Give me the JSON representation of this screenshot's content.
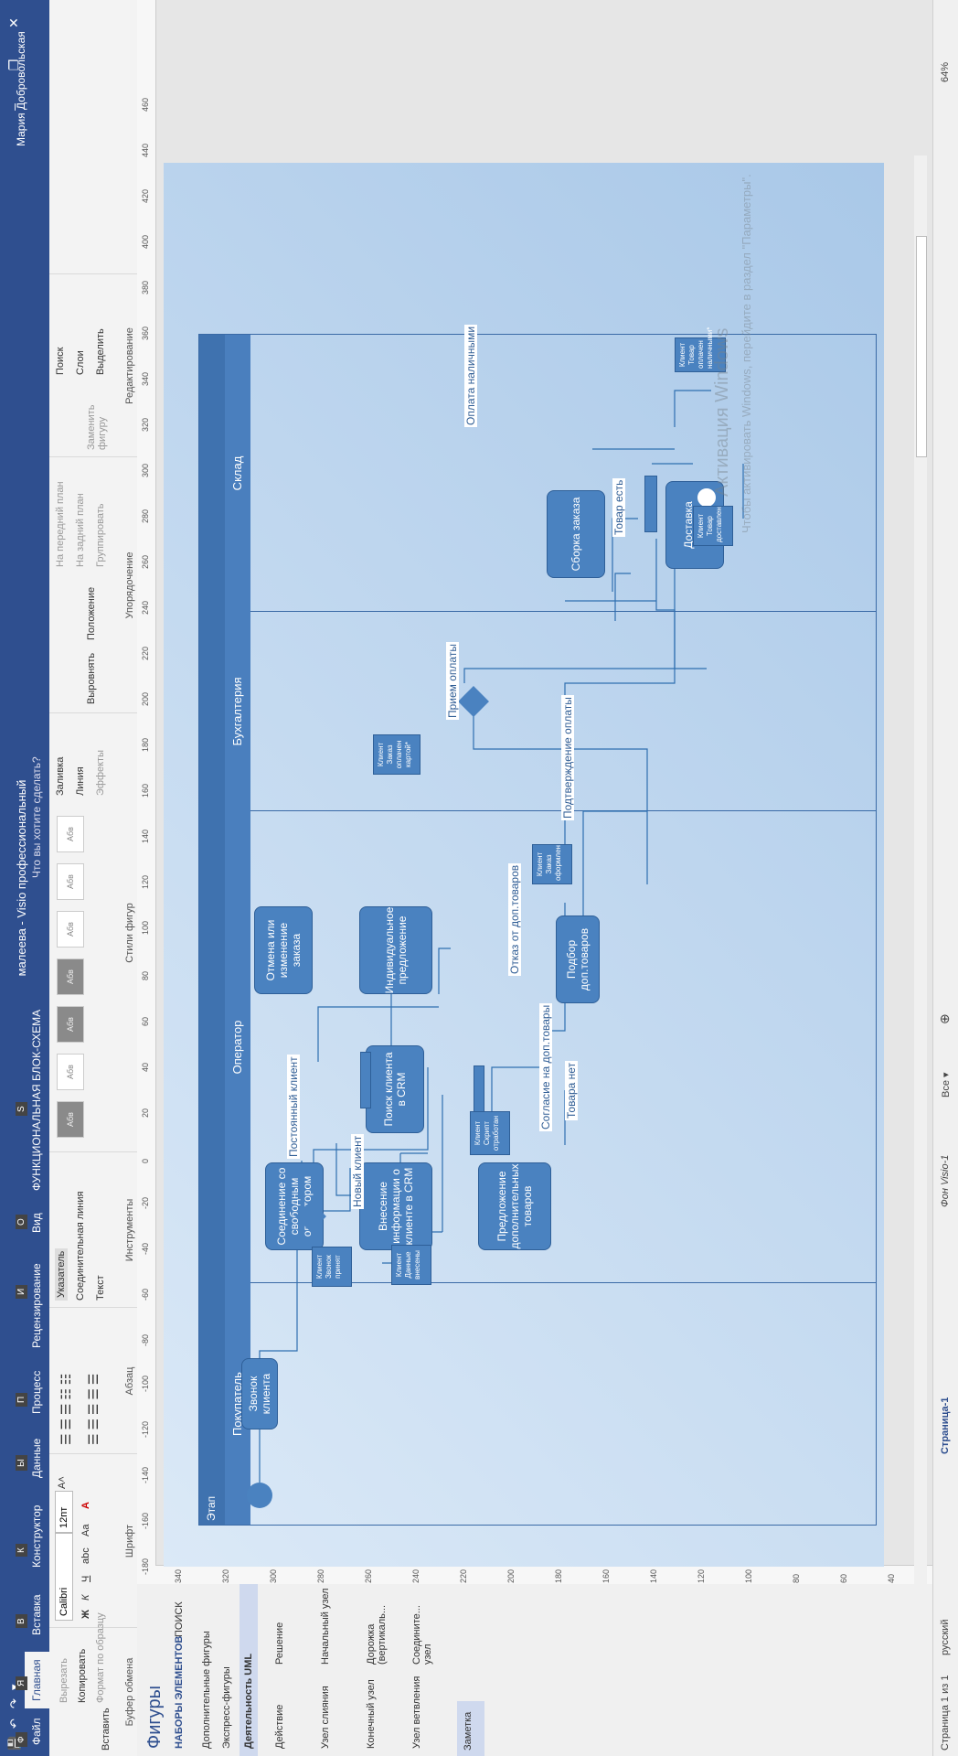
{
  "window": {
    "title": "малеева - Visio профессиональный",
    "user": "Мария Добровольская",
    "tell_me": "Что вы хотите сделать?",
    "minimize": "–",
    "restore": "❐",
    "close": "✕"
  },
  "qat": {
    "save": "💾",
    "undo": "↶",
    "redo": "↷",
    "more": "▾"
  },
  "tabs": [
    {
      "label": "Файл",
      "key": "Ф"
    },
    {
      "label": "Главная",
      "key": "Я"
    },
    {
      "label": "Вставка",
      "key": "В"
    },
    {
      "label": "Конструктор",
      "key": "К"
    },
    {
      "label": "Данные",
      "key": "Ы"
    },
    {
      "label": "Процесс",
      "key": "П"
    },
    {
      "label": "Рецензирование",
      "key": "И"
    },
    {
      "label": "Вид",
      "key": "О"
    },
    {
      "label": "ФУНКЦИОНАЛЬНАЯ БЛОК-СХЕМА",
      "key": "S"
    }
  ],
  "ribbon": {
    "clipboard": {
      "paste": "Вставить",
      "cut": "Вырезать",
      "copy": "Копировать",
      "format": "Формат по образцу",
      "label": "Буфер обмена"
    },
    "font": {
      "name": "Calibri",
      "size": "12пт",
      "grow": "A˄",
      "shrink": "A˅",
      "bold": "Ж",
      "italic": "К",
      "underline": "Ч",
      "strike": "abc",
      "case": "Aa",
      "color": "A",
      "label": "Шрифт"
    },
    "paragraph": {
      "label": "Абзац"
    },
    "tools": {
      "pointer": "Указатель",
      "connector": "Соединительная линия",
      "text": "Текст",
      "label": "Инструменты"
    },
    "styles": {
      "items": [
        "Абв",
        "Абв",
        "Абв",
        "Абв",
        "Абв",
        "Абв",
        "Абв"
      ],
      "fill": "Заливка",
      "line": "Линия",
      "effects": "Эффекты",
      "label": "Стили фигур"
    },
    "arrange": {
      "align": "Выровнять",
      "position": "Положение",
      "front": "На передний план",
      "back": "На задний план",
      "group": "Группировать",
      "label": "Упорядочение"
    },
    "editing": {
      "change": "Заменить фигуру",
      "find": "Поиск",
      "layers": "Слои",
      "select": "Выделить",
      "label": "Редактирование"
    }
  },
  "shapes_panel": {
    "title": "Фигуры",
    "tab_sets": "НАБОРЫ ЭЛЕМЕНТОВ",
    "tab_search": "ПОИСК",
    "more": "Дополнительные фигуры",
    "quick": "Экспресс-фигуры",
    "stencil": "Деятельность UML",
    "items": [
      "Действие",
      "Решение",
      "Узел слияния",
      "Начальный узел",
      "Конечный узел",
      "Дорожка (вертикаль...",
      "Узел ветвления",
      "Соедините... узел",
      "Заметка"
    ]
  },
  "ruler_h": [
    "-180",
    "-160",
    "-140",
    "-120",
    "-100",
    "-80",
    "-60",
    "-40",
    "-20",
    "0",
    "20",
    "40",
    "60",
    "80",
    "100",
    "120",
    "140",
    "160",
    "180",
    "200",
    "220",
    "240",
    "260",
    "280",
    "300",
    "320",
    "340",
    "360",
    "380",
    "400",
    "420",
    "440",
    "460"
  ],
  "ruler_v": [
    "340",
    "320",
    "300",
    "280",
    "260",
    "240",
    "220",
    "200",
    "180",
    "160",
    "140",
    "120",
    "100",
    "80",
    "60",
    "40"
  ],
  "diagram": {
    "pool_label": "Этап",
    "lanes": [
      "Покупатель",
      "Оператор",
      "Бухгалтерия",
      "Склад"
    ],
    "activities": {
      "call": "Звонок клиента",
      "connect": "Соединение со свободным оператором",
      "enter": "Внесение информации о клиенте в CRM",
      "offer": "Предложение дополнительных товаров",
      "search": "Поиск клиента в CRM",
      "cancel": "Отмена или изменение заказа",
      "personal": "Индивидуальное предложение",
      "pick": "Подбор доп.товаров",
      "assemble": "Сборка заказа",
      "deliver": "Доставка заказа"
    },
    "notes": {
      "n1": "Клиент Звонок принят",
      "n2": "Клиент Данные внесены",
      "n3": "Клиент Скрипт отработан",
      "n4": "Клиент Заказ оформлен",
      "n5": "Клиент Заказ оплачен картой*",
      "n6": "Клиент Товар доставлен",
      "n7": "Клиент Товар оплачен наличными*"
    },
    "labels": {
      "new": "Новый клиент",
      "regular": "Постоянный клиент",
      "agree": "Согласие на доп.товары",
      "no_goods": "Товара нет",
      "refuse": "Отказ от доп.товаров",
      "receive": "Прием оплаты",
      "confirm": "Подтверждение оплаты",
      "in_stock": "Товар есть",
      "cash": "Оплата наличными"
    }
  },
  "watermark": {
    "line1": "Активация Windows",
    "line2": "Чтобы активировать Windows, перейдите в раздел \"Параметры\"."
  },
  "page_tabs": {
    "page1": "Страница-1",
    "bg": "Фон Visio-1",
    "all": "Все ▾",
    "add": "⊕"
  },
  "status": {
    "page": "Страница 1 из 1",
    "lang": "русский",
    "zoom": "64%"
  }
}
